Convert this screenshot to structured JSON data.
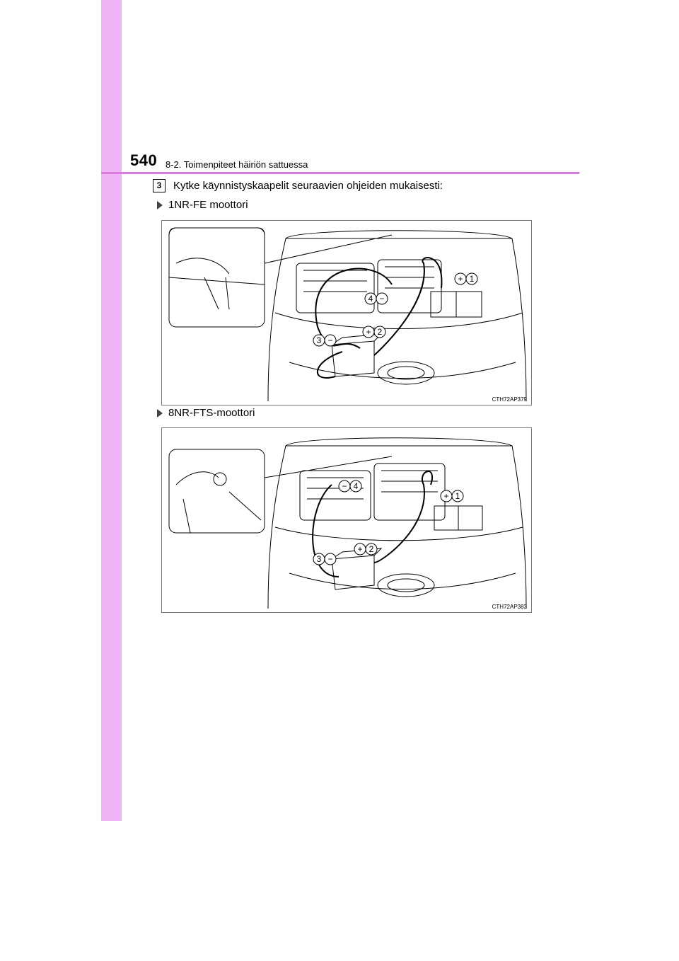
{
  "colors": {
    "band": "#f0b3f5",
    "rule": "#d77ee0"
  },
  "header": {
    "page_number": "540",
    "section": "8-2. Toimenpiteet häiriön sattuessa"
  },
  "step": {
    "number": "3",
    "text": "Kytke käynnistyskaapelit seuraavien ohjeiden mukaisesti:"
  },
  "figures": [
    {
      "engine": "1NR-FE moottori",
      "code": "CTH72AP379",
      "callouts": [
        "1",
        "2",
        "3",
        "4"
      ]
    },
    {
      "engine": "8NR-FTS-moottori",
      "code": "CTH72AP383",
      "callouts": [
        "1",
        "2",
        "3",
        "4"
      ]
    }
  ]
}
